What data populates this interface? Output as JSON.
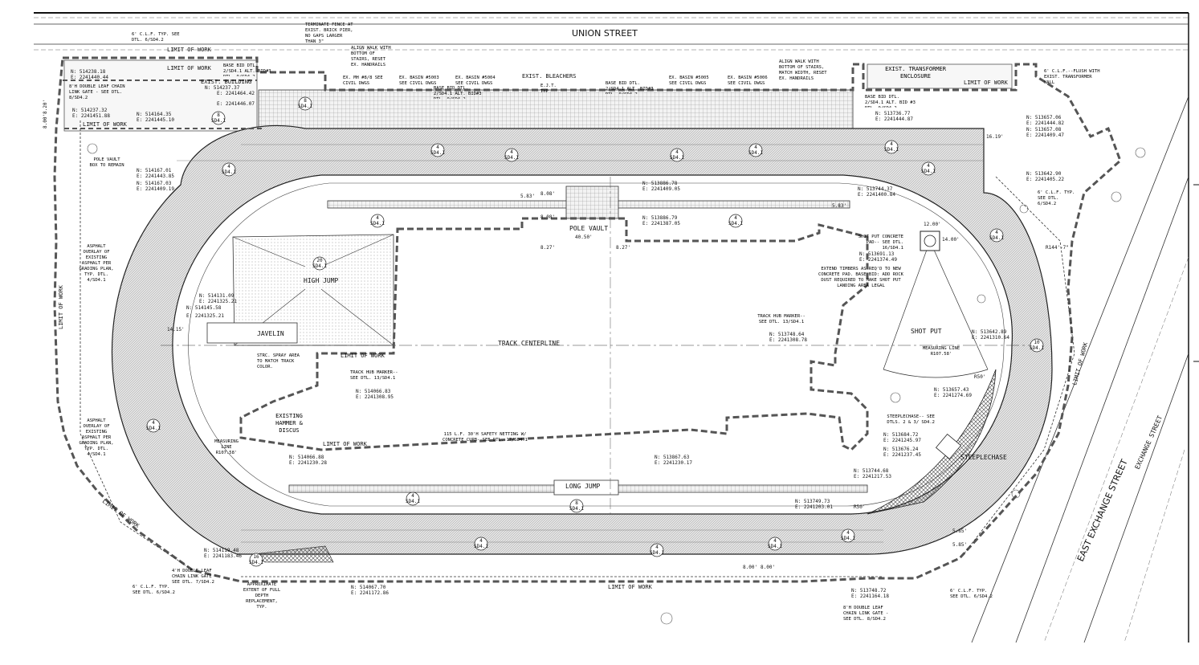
{
  "streets": {
    "north": "UNION STREET",
    "east": "EAST EXCHANGE STREET",
    "east_alt": "EXCHANGE STREET"
  },
  "events": {
    "pole_vault": "POLE VAULT",
    "high_jump": "HIGH JUMP",
    "javelin": "JAVELIN",
    "shot_put": "SHOT PUT",
    "long_jump": "LONG JUMP",
    "steeplechase": "STEEPLECHASE",
    "hammer": "EXISTING HAMMER & DISCUS",
    "track_centerline": "TRACK CENTERLINE"
  },
  "limit_of_work": "LIMIT OF WORK",
  "existing": {
    "building": "EXIST. BUILDING",
    "bleachers": "EXIST. BLEACHERS",
    "transformer": "EXIST. TRANSFORMER ENCLOSURE"
  },
  "notes": {
    "terminate_fence": "TERMINATE FENCE AT EXIST. BRICK PIER, NO GAPS LARGER THAN 3\"",
    "clf_typ_nw": "6' C.L.F. TYP. SEE DTL. 6/SD4.2",
    "gate_nw": "8'H DOUBLE LEAF CHAIN LINK GATE - SEE DTL. 8/SD4.2",
    "align_walk_w": "ALIGN WALK WITH BOTTOM OF STAIRS, RESET EX. HANDRAILS",
    "align_walk_e": "ALIGN WALK WITH BOTTOM OF STAIRS, MATCH WIDTH, RESET EX. HANDRAILS",
    "basin_8": "EX. MH #8/8 SEE CIVIL DWGS",
    "basin_5003": "EX. BASIN #5003 SEE CIVIL DWGS",
    "basin_5004": "EX. BASIN #5004 SEE CIVIL DWGS",
    "basin_5005": "EX. BASIN #5005 SEE CIVIL DWGS",
    "basin_5006": "EX. BASIN #5006 SEE CIVIL DWGS",
    "base_bid_1": "BASE BID DTL. 2/SD4.1 ALT. BID#3 DTL. 9/SD4.2",
    "base_bid_2": "BASE BID DTL. 2/SD4.1 ALT. BID#3 DTL. 9/SD4.2",
    "base_bid_3": "BASE BID DTL. 2/SD4.1 ALT. BID#3 DTL. 9/SD4.2",
    "base_bid_4": "BASE BID DTL. 2/SD4.1 ALT. BID #3 DTL. 9/SD4.2",
    "ejt": "E.J.T. TYP",
    "clf_flush": "6' C.L.F.--FLUSH WITH EXIST. TRANSFORMER WALL",
    "pole_vault_box": "POLE VAULT BOX TO REMAIN",
    "asphalt_1": "ASPHALT OVERLAY OF EXISTING ASPHALT PER GRADING PLAN, TYP. DTL. 4/SD4.1",
    "asphalt_2": "ASPHALT OVERLAY OF EXISTING ASPHALT PER GRADING PLAN, TYP. DTL. 4/SD4.1",
    "clf_typ_ne": "6' C.L.F. TYP. SEE DTL. 6/SD4.2",
    "shot_put_pad": "SHOT PUT CONCRETE PAD-- SEE DTL. 16/SD4.1",
    "extend_timbers": "EXTEND TIMBERS AS REQ'D TO NEW CONCRETE PAD. BASE BID: ADD ROCK DUST REQUIRED TO MAKE SHOT PUT LANDING AREA LEGAL",
    "hub_marker_e": "TRACK HUB MARKER--SEE DTL. 13/SD4.1",
    "hub_marker_w": "TRACK HUB MARKER--SEE DTL. 13/SD4.1",
    "strc_spray": "STRC. SPRAY AREA TO MATCH TRACK COLOR.",
    "measuring_line_e": "MEASURING LINE R107.58'",
    "measuring_line_w": "MEASURING LINE R107.58'",
    "safety_netting": "115 L.F. 30'H SAFETY NETTING W/ CONCRETE CURB--SEE DTL. 17/SD4.1",
    "steeplechase_dtl": "STEEPLECHASE-- SEE DTLS. 2 & 3/ SD4.2",
    "gate_sw": "4'H DOUBLE LEAF CHAIN LINK GATE - SEE DTL. 7/SD4.2",
    "clf_typ_sw": "6' C.L.F. TYP. SEE DTL. 6/SD4.2",
    "full_depth": "APPROXIMATE EXTENT OF FULL DEPTH REPLACEMENT, TYP.",
    "gate_se": "8'H DOUBLE LEAF CHAIN LINK GATE - SEE DTL. 8/SD4.2",
    "clf_typ_se": "6' C.L.F. TYP. SEE DTL. 6/SD4.2"
  },
  "coords": {
    "c1": [
      "N: 514238.18",
      "E: 2241440.44"
    ],
    "c2": [
      "N: 514237.37",
      "E: 2241464.42",
      "E: 2241446.07"
    ],
    "c3": [
      "N: 514237.32",
      "E: 2241451.88"
    ],
    "c4": [
      "N: 514164.35",
      "E: 2241445.10"
    ],
    "c5": [
      "N: 514167.01",
      "E: 2241443.85"
    ],
    "c6": [
      "N: 514167.03",
      "E: 2241409.19"
    ],
    "c7": [
      "N: 513744.37",
      "E: 2241400.84"
    ],
    "c8": [
      "N: 513886.78",
      "E: 2241409.05"
    ],
    "c9": [
      "N: 513886.79",
      "E: 2241387.05"
    ],
    "c10": [
      "N: 513736.77",
      "E: 2241444.87"
    ],
    "c11": [
      "N: 513657.06",
      "E: 2241444.82"
    ],
    "c12": [
      "N: 513657.08",
      "E: 2241409.47"
    ],
    "c13": [
      "N: 513642.90",
      "E: 2241405.22"
    ],
    "c14": [
      "N: 513691.13",
      "E: 2241374.49"
    ],
    "c15": [
      "N: 514131.09",
      "E: 2241325.21"
    ],
    "c16": [
      "N: 514145.58",
      "E: 2241325.21"
    ],
    "c17": [
      "N: 513748.64",
      "E: 2241308.78"
    ],
    "c18": [
      "N: 514066.83",
      "E: 2241308.95"
    ],
    "c19": [
      "N: 513642.89",
      "E: 2241310.64"
    ],
    "c20": [
      "N: 513657.43",
      "E: 2241274.69"
    ],
    "c21": [
      "N: 513684.72",
      "E: 2241245.97"
    ],
    "c22": [
      "N: 513676.24",
      "E: 2241237.45"
    ],
    "c23": [
      "N: 514066.88",
      "E: 2241230.28"
    ],
    "c24": [
      "N: 513867.63",
      "E: 2241230.17"
    ],
    "c25": [
      "N: 513744.68",
      "E: 2241217.53"
    ],
    "c26": [
      "N: 513749.73",
      "E: 2241203.01"
    ],
    "c27": [
      "N: 514119.48",
      "E: 2241183.46"
    ],
    "c28": [
      "N: 514067.70",
      "E: 2241172.86"
    ],
    "c29": [
      "N: 513748.72",
      "E: 2241164.18"
    ]
  },
  "dims": {
    "d1": "5.83'",
    "d2": "8.08'",
    "d3": "8.08'",
    "d4": "40.50'",
    "d5": "8.27'",
    "d6": "8.27'",
    "d7": "5.83'",
    "d8": "12.00'",
    "d9": "14.00'",
    "d10": "R144'-7\"",
    "d11": "R50'",
    "d12": "R50'",
    "d13": "8.00'",
    "d14": "8.00'",
    "d15": "16.19'",
    "d16": "5.85'",
    "d17": "5.85'",
    "d18": "14.15'",
    "d19": "8.00'",
    "d20": "8.20'"
  },
  "details": {
    "sd41": "SD4.1",
    "sd42": "SD4.2",
    "n4": "4",
    "n2": "2",
    "n8": "8",
    "n10": "10",
    "n16": "16",
    "n20": "20"
  },
  "colors": {
    "ink": "#111111",
    "hatch": "#888888",
    "lane_fill": "#d9d9d9",
    "limit_dash": "#555555"
  }
}
